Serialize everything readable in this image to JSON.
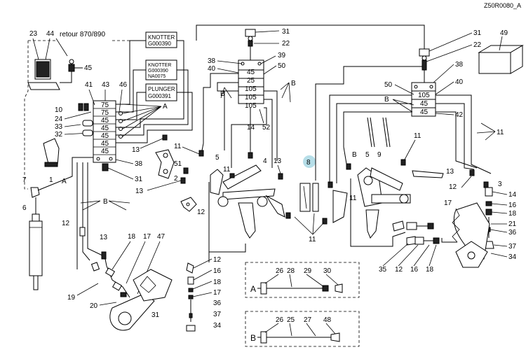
{
  "ref_code": "Z50R0080_A",
  "retour": "retour 870/890",
  "knotter1": {
    "line1": "KNOTTER",
    "line2": "G000390"
  },
  "knotter2": {
    "line1": "KNOTTER",
    "line2": "G000390",
    "line3": "NA0075"
  },
  "plunger": {
    "line1": "PLUNGER",
    "line2": "G000391"
  },
  "block_left": [
    "75",
    "75",
    "45",
    "45",
    "45",
    "45",
    "45"
  ],
  "block_center": [
    "45",
    "25",
    "105",
    "105",
    "105"
  ],
  "block_right": [
    "105",
    "45",
    "45"
  ],
  "highlight": "8",
  "letters": {
    "A": "A",
    "B": "B"
  },
  "detail_a": {
    "letter": "A",
    "parts": [
      "26",
      "28",
      "29",
      "30"
    ]
  },
  "detail_b": {
    "letter": "B",
    "parts": [
      "26",
      "25",
      "27",
      "48"
    ]
  },
  "callouts": [
    {
      "id": "c23",
      "t": "23"
    },
    {
      "id": "c44",
      "t": "44"
    },
    {
      "id": "c45",
      "t": "45"
    },
    {
      "id": "c41",
      "t": "41"
    },
    {
      "id": "c43",
      "t": "43"
    },
    {
      "id": "c46",
      "t": "46"
    },
    {
      "id": "c10",
      "t": "10"
    },
    {
      "id": "c24",
      "t": "24"
    },
    {
      "id": "c33",
      "t": "33"
    },
    {
      "id": "c32",
      "t": "32"
    },
    {
      "id": "cA1",
      "t": "A"
    },
    {
      "id": "c13a",
      "t": "13"
    },
    {
      "id": "c11a",
      "t": "11"
    },
    {
      "id": "c38a",
      "t": "38"
    },
    {
      "id": "c31a",
      "t": "31"
    },
    {
      "id": "c1",
      "t": "1"
    },
    {
      "id": "c7",
      "t": "7"
    },
    {
      "id": "c6",
      "t": "6"
    },
    {
      "id": "cA2",
      "t": "A"
    },
    {
      "id": "cB1",
      "t": "B"
    },
    {
      "id": "c12a",
      "t": "12"
    },
    {
      "id": "c13b",
      "t": "13"
    },
    {
      "id": "c2",
      "t": "2"
    },
    {
      "id": "c51",
      "t": "51"
    },
    {
      "id": "c12b",
      "t": "12"
    },
    {
      "id": "c16a",
      "t": "16"
    },
    {
      "id": "c18a",
      "t": "18"
    },
    {
      "id": "c17a",
      "t": "17"
    },
    {
      "id": "c47",
      "t": "47"
    },
    {
      "id": "c19",
      "t": "19"
    },
    {
      "id": "c20",
      "t": "20"
    },
    {
      "id": "c31b",
      "t": "31"
    },
    {
      "id": "c22a",
      "t": "22"
    },
    {
      "id": "c38b",
      "t": "38"
    },
    {
      "id": "c39",
      "t": "39"
    },
    {
      "id": "c40a",
      "t": "40"
    },
    {
      "id": "c50a",
      "t": "50"
    },
    {
      "id": "cB2",
      "t": "B"
    },
    {
      "id": "c52",
      "t": "52"
    },
    {
      "id": "c14a",
      "t": "14"
    },
    {
      "id": "c5a",
      "t": "5"
    },
    {
      "id": "c4",
      "t": "4"
    },
    {
      "id": "c13c",
      "t": "13"
    },
    {
      "id": "c11b",
      "t": "11"
    },
    {
      "id": "c11c",
      "t": "11"
    },
    {
      "id": "c12c",
      "t": "12"
    },
    {
      "id": "c16b",
      "t": "16"
    },
    {
      "id": "c18b",
      "t": "18"
    },
    {
      "id": "c17b",
      "t": "17"
    },
    {
      "id": "c36a",
      "t": "36"
    },
    {
      "id": "c37a",
      "t": "37"
    },
    {
      "id": "c34a",
      "t": "34"
    },
    {
      "id": "c31c",
      "t": "31"
    },
    {
      "id": "c22b",
      "t": "22"
    },
    {
      "id": "c49",
      "t": "49"
    },
    {
      "id": "c38c",
      "t": "38"
    },
    {
      "id": "c50b",
      "t": "50"
    },
    {
      "id": "c40b",
      "t": "40"
    },
    {
      "id": "cB3",
      "t": "B"
    },
    {
      "id": "c42",
      "t": "42"
    },
    {
      "id": "c5b",
      "t": "5"
    },
    {
      "id": "c9",
      "t": "9"
    },
    {
      "id": "c11d",
      "t": "11"
    },
    {
      "id": "cB4",
      "t": "B"
    },
    {
      "id": "c13d",
      "t": "13"
    },
    {
      "id": "c3",
      "t": "3"
    },
    {
      "id": "c12d",
      "t": "12"
    },
    {
      "id": "c14b",
      "t": "14"
    },
    {
      "id": "c16c",
      "t": "16"
    },
    {
      "id": "c18c",
      "t": "18"
    },
    {
      "id": "c17c",
      "t": "17"
    },
    {
      "id": "c21",
      "t": "21"
    },
    {
      "id": "c36b",
      "t": "36"
    },
    {
      "id": "c37b",
      "t": "37"
    },
    {
      "id": "c34b",
      "t": "34"
    },
    {
      "id": "c35",
      "t": "35"
    },
    {
      "id": "c12e",
      "t": "12"
    },
    {
      "id": "c16d",
      "t": "16"
    },
    {
      "id": "c18d",
      "t": "18"
    },
    {
      "id": "c17d",
      "t": "17"
    },
    {
      "id": "c11e",
      "t": "11"
    }
  ]
}
